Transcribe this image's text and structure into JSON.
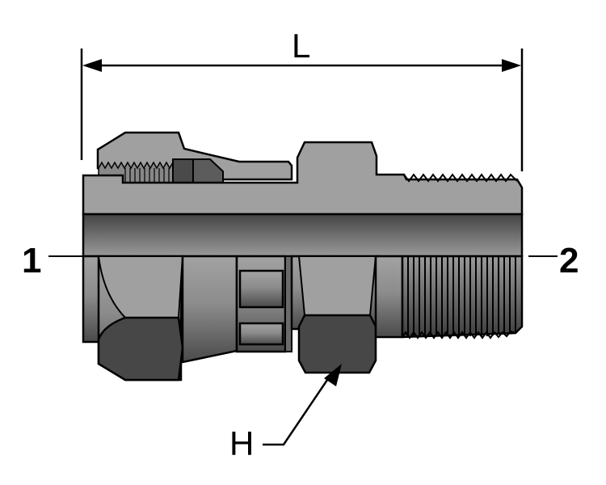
{
  "diagram": {
    "type": "technical-fitting-drawing",
    "subject": "hydraulic swivel adapter with male pipe thread",
    "dimensions": {
      "length_label": "L",
      "hex_label": "H"
    },
    "ports": [
      {
        "id": "port-1",
        "label": "1"
      },
      {
        "id": "port-2",
        "label": "2"
      }
    ],
    "colors": {
      "body_light": "#a0a0a0",
      "body_mid": "#7a7a7a",
      "body_dark": "#4a4a4a",
      "hex_face": "#474747",
      "outline": "#000000"
    }
  }
}
